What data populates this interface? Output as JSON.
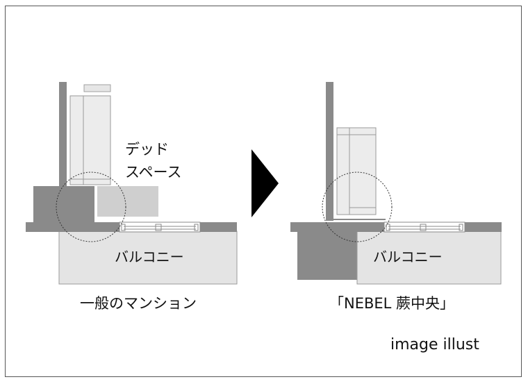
{
  "left_panel": {
    "dead_space_line1": "デッド",
    "dead_space_line2": "スペース",
    "balcony_label": "バルコニー",
    "caption": "一般のマンション"
  },
  "right_panel": {
    "balcony_label": "バルコニー",
    "caption": "「NEBEL 蕨中央」"
  },
  "footer_note": "image illust",
  "colors": {
    "dark_gray": "#8a8a8a",
    "medium_gray": "#9e9e9e",
    "light_gray": "#dcdcdc",
    "dead_space_gray": "#cfcfcf",
    "panel_fill": "#e6e6e6",
    "arrow": "#000000"
  }
}
